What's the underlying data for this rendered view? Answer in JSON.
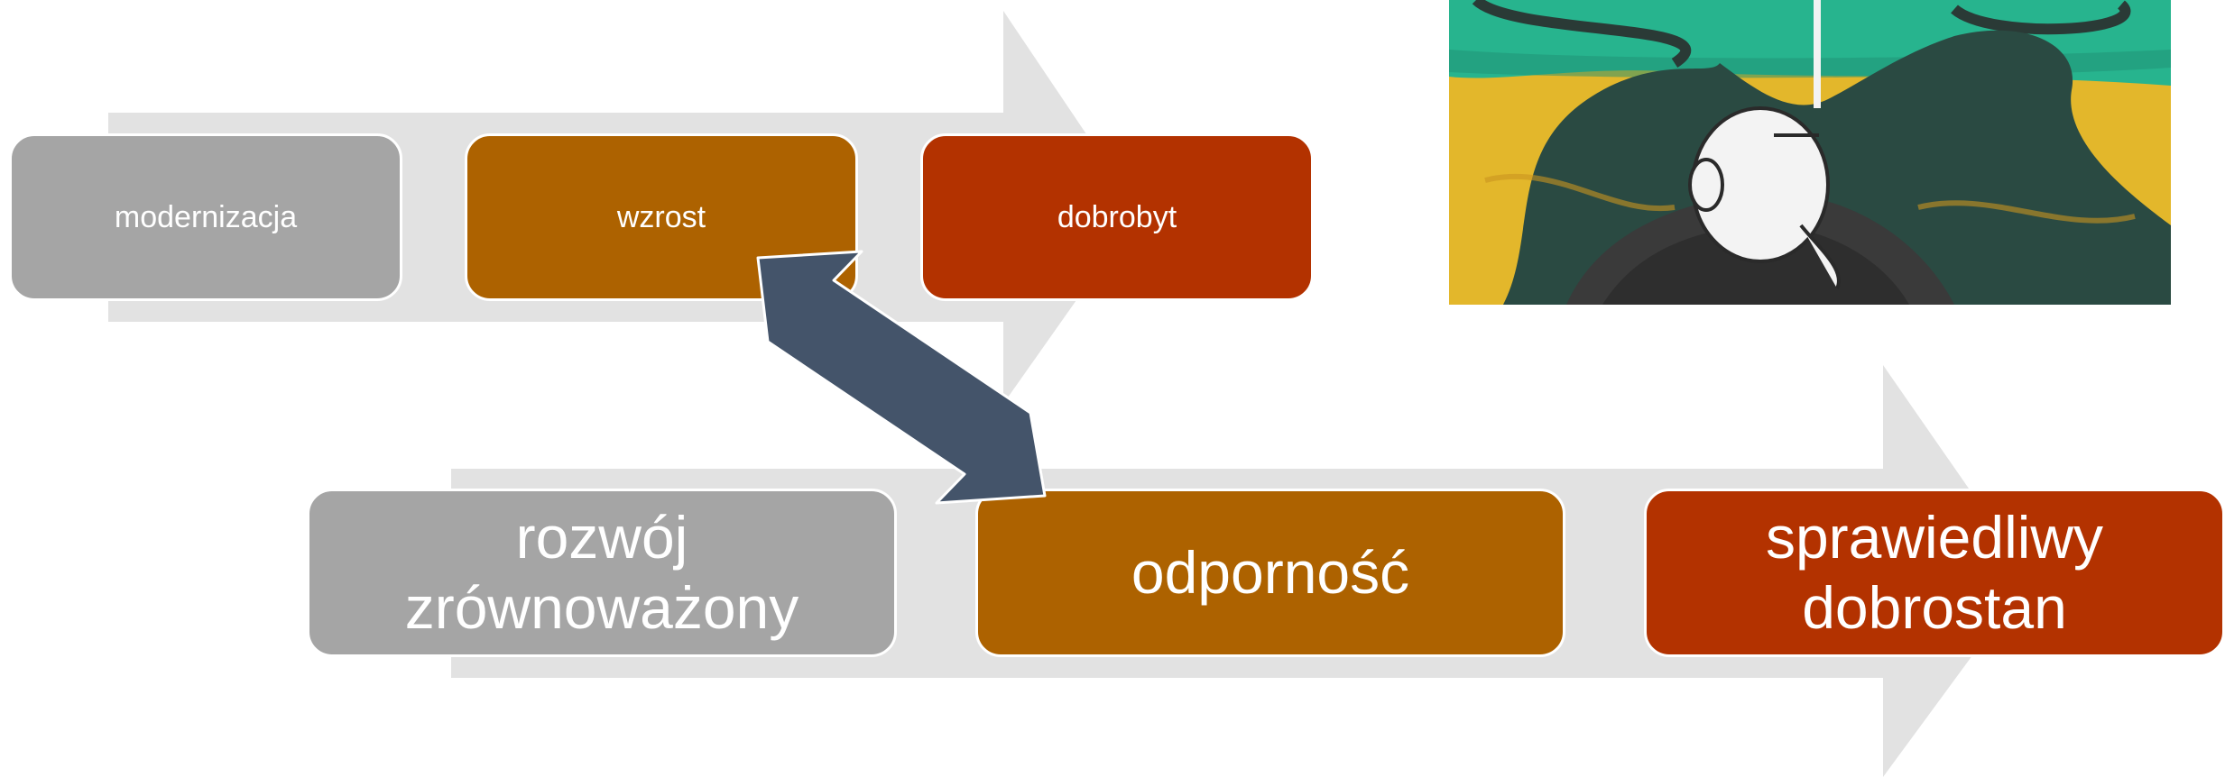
{
  "diagram": {
    "top_row": [
      {
        "label": "modernizacja",
        "color": "#a5a5a5"
      },
      {
        "label": "wzrost",
        "color": "#ad6200"
      },
      {
        "label": "dobrobyt",
        "color": "#b33200"
      }
    ],
    "bottom_row": [
      {
        "label": "rozwój\nzrównoważony",
        "color": "#a5a5a5"
      },
      {
        "label": "odporność",
        "color": "#ad6200"
      },
      {
        "label": "sprawiedliwy\ndobrostan",
        "color": "#b33200"
      }
    ],
    "background_arrow_color": "#e2e2e2",
    "link_arrow_color": "#44546a"
  },
  "illustration": {
    "subject": "man at a fork in the road",
    "colors": [
      "#e3b72b",
      "#2a4a42",
      "#27b48e",
      "#f3f3f3"
    ]
  }
}
